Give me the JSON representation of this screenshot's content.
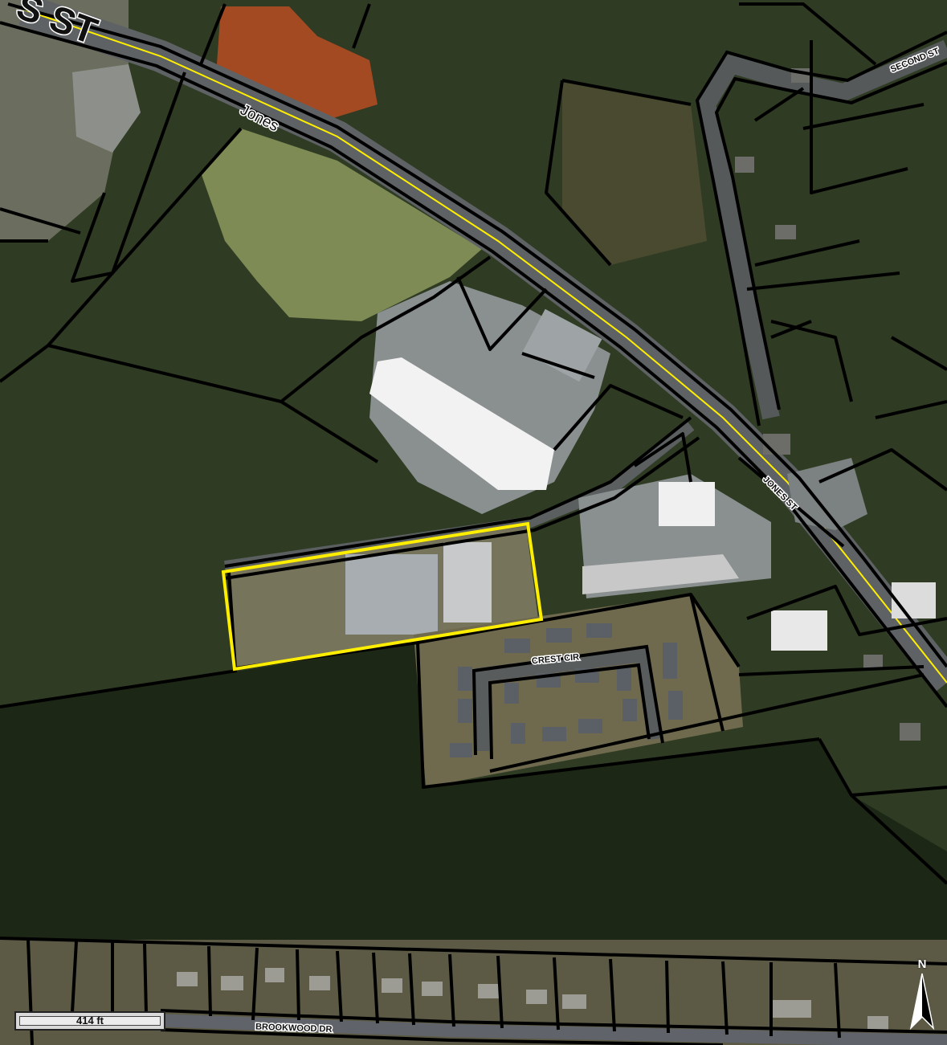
{
  "map": {
    "street_labels": {
      "jones_st_top": "S ST",
      "jones_road": "Jones",
      "jones_st_right": "JONES ST",
      "second_st": "SECOND ST",
      "crest_cir": "CREST CIR",
      "brookwood_dr": "BROOKWOOD DR"
    },
    "scale_bar": {
      "label": "414 ft"
    },
    "north_arrow": {
      "label": "N"
    },
    "highlight_color": "#ffee00",
    "parcel_line_color": "#000000",
    "colors": {
      "forest": "#2e3a22",
      "dark_pines": "#1c2615",
      "field": "#7e8b55",
      "bare_dirt": "#a0461f",
      "pavement": "#8a8f90",
      "roof_white": "#f2f2f2",
      "roof_gray": "#a7adb0"
    }
  }
}
